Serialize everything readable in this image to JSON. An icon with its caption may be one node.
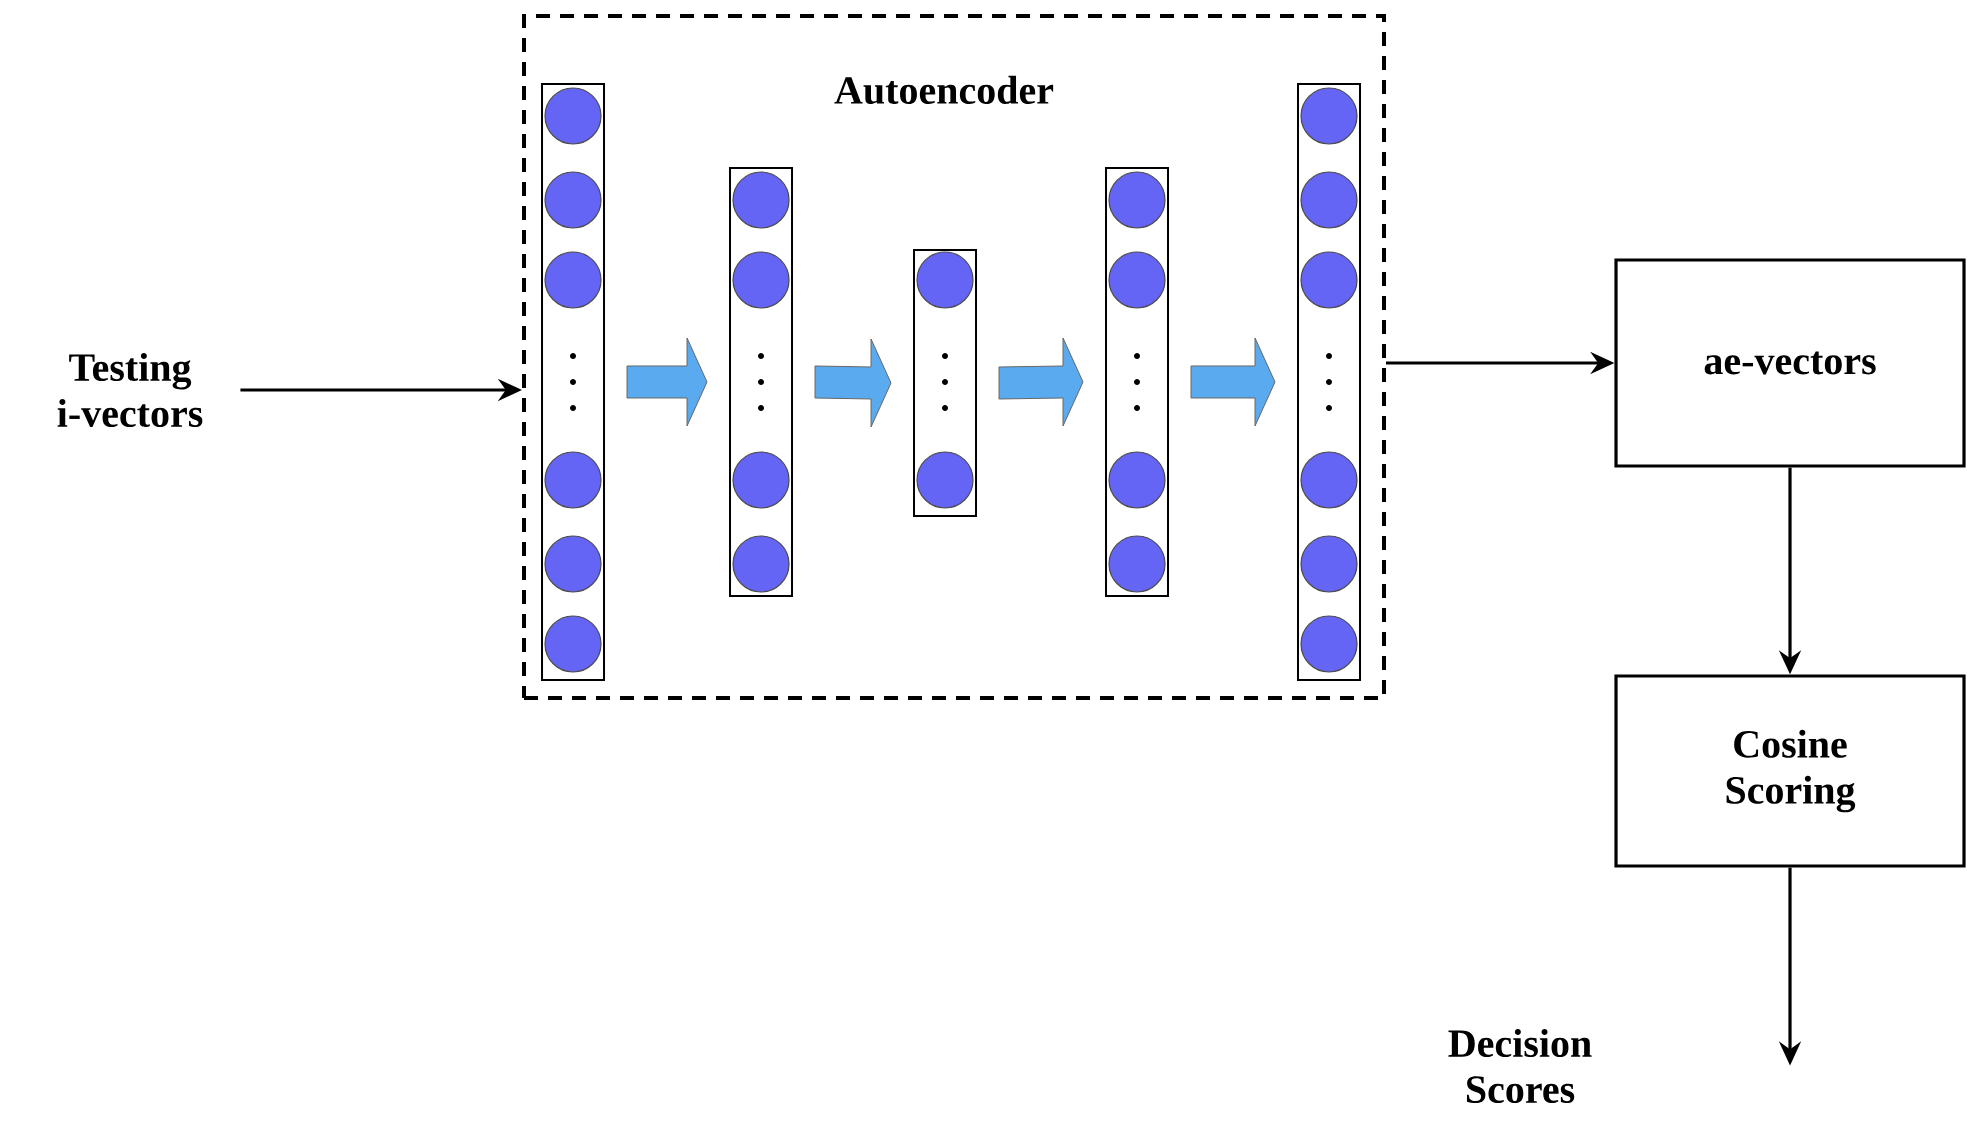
{
  "diagram": {
    "nodes": [
      {
        "text": [
          "Testing i-vectors"
        ]
      },
      {
        "text": [
          "Autoencoder"
        ]
      },
      {
        "text": [],
        "shape": "bar",
        "in": 1
      },
      {
        "text": [],
        "shape": "bar",
        "in": 1
      },
      {
        "text": [],
        "shape": "bar",
        "in": 1
      },
      {
        "text": [],
        "shape": "bar",
        "in": 1
      },
      {
        "text": [],
        "shape": "bar",
        "in": 1
      },
      {
        "text": [
          "ae-vectors"
        ]
      },
      {
        "text": [
          "Cosine Scoring"
        ]
      }
    ],
    "edges": [
      {
        "from": 0,
        "to": 1,
        "arrow": "to"
      },
      {
        "from": 2,
        "to": 3,
        "arrow": "to",
        "style": "thick",
        "color": "#5aaaf0"
      },
      {
        "from": 3,
        "to": 4,
        "arrow": "to",
        "style": "thick",
        "color": "#5aaaf0"
      },
      {
        "from": 4,
        "to": 5,
        "arrow": "to",
        "style": "thick",
        "color": "#5aaaf0"
      },
      {
        "from": 5,
        "to": 6,
        "arrow": "to",
        "style": "thick",
        "color": "#5aaaf0"
      },
      {
        "from": 1,
        "to": 7,
        "arrow": "to"
      },
      {
        "from": 7,
        "to": 8,
        "arrow": "to"
      },
      {
        "from": 8,
        "to": null,
        "arrow": "to"
      }
    ],
    "labels": [
      "Decision Scores"
    ]
  }
}
